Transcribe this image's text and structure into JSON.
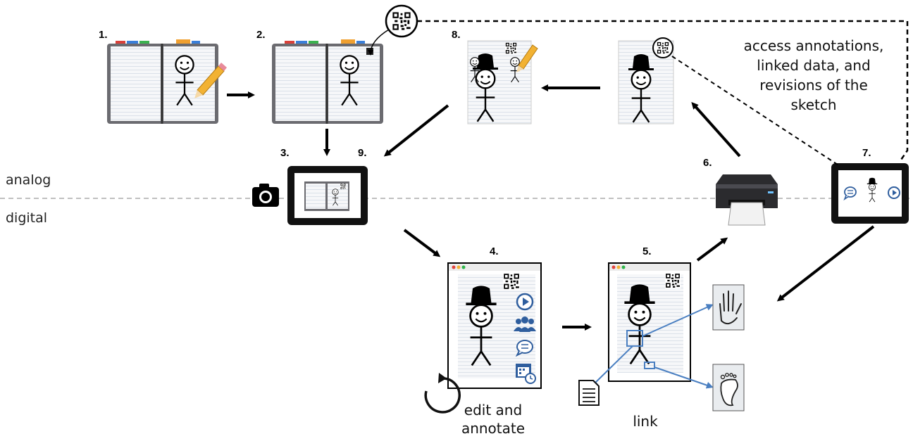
{
  "steps": {
    "s1": "1.",
    "s2": "2.",
    "s3": "3.",
    "s4": "4.",
    "s5": "5.",
    "s6": "6.",
    "s7": "7.",
    "s8": "8.",
    "s9": "9."
  },
  "labels": {
    "analog": "analog",
    "digital": "digital",
    "edit_line1": "edit and",
    "edit_line2": "annotate",
    "link": "link",
    "access_line1": "access annotations,",
    "access_line2": "linked data, and",
    "access_line3": "revisions of the",
    "access_line4": "sketch"
  },
  "icons": {
    "camera": "camera-icon",
    "printer": "printer-icon",
    "play": "play-icon",
    "users": "users-icon",
    "comment": "comment-icon",
    "calendar": "calendar-clock-icon",
    "qr": "qr-code-icon",
    "pencil": "pencil-icon",
    "refresh": "refresh-icon",
    "document": "document-icon",
    "hand": "hand-icon",
    "foot": "foot-icon"
  },
  "colors": {
    "link_blue": "#4a7fc1",
    "icon_blue": "#2f5e9e",
    "divider": "#aaaaaa"
  }
}
